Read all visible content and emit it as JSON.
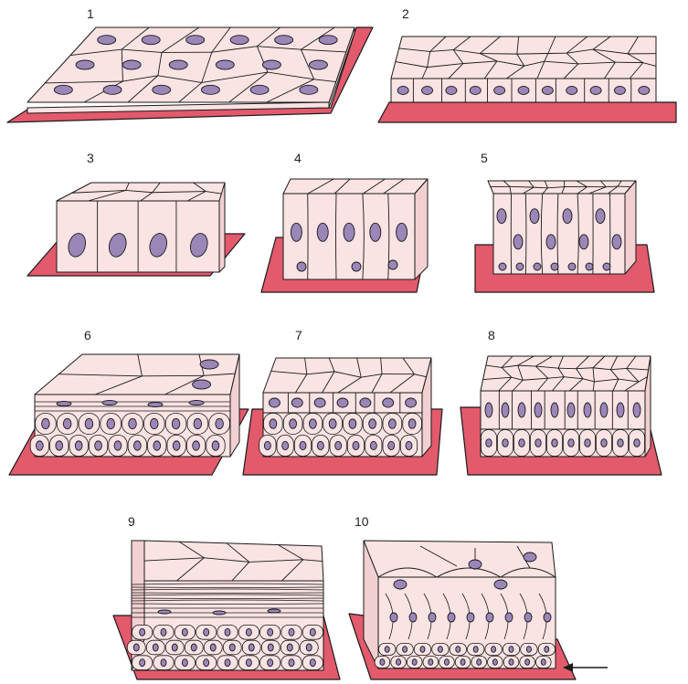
{
  "diagram": {
    "colors": {
      "basement": "#e25a6c",
      "basement_edge": "#9c2f3f",
      "cell_fill": "#fae3e3",
      "cell_side": "#f2d0d2",
      "nucleus": "#9b86b8",
      "line": "#1a1a1a"
    },
    "panels": [
      {
        "label": "1",
        "type": "simple-squamous"
      },
      {
        "label": "2",
        "type": "simple-cuboidal"
      },
      {
        "label": "3",
        "type": "simple-columnar"
      },
      {
        "label": "4",
        "type": "pseudostratified"
      },
      {
        "label": "5",
        "type": "pseudostratified-tall"
      },
      {
        "label": "6",
        "type": "stratified-squamous"
      },
      {
        "label": "7",
        "type": "stratified-cuboidal"
      },
      {
        "label": "8",
        "type": "stratified-columnar"
      },
      {
        "label": "9",
        "type": "keratinized-stratified"
      },
      {
        "label": "10",
        "type": "transitional"
      }
    ],
    "arrow_icon": "arrow-left-icon"
  }
}
